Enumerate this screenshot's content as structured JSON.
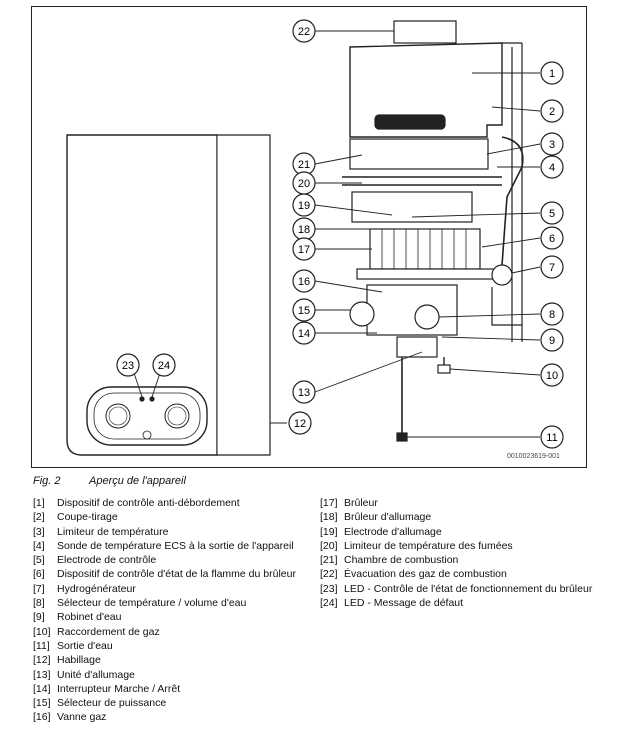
{
  "figure": {
    "ref_code": "0010023619-001",
    "callouts": [
      "22",
      "1",
      "2",
      "3",
      "4",
      "21",
      "20",
      "5",
      "19",
      "18",
      "6",
      "17",
      "7",
      "16",
      "15",
      "8",
      "14",
      "9",
      "13",
      "10",
      "12",
      "11",
      "23",
      "24"
    ]
  },
  "caption": {
    "number": "Fig. 2",
    "title": "Aperçu de l'appareil"
  },
  "legend_left": [
    {
      "key": "[1]",
      "text": "Dispositif de contrôle anti-débordement"
    },
    {
      "key": "[2]",
      "text": "Coupe-tirage"
    },
    {
      "key": "[3]",
      "text": "Limiteur de température"
    },
    {
      "key": "[4]",
      "text": "Sonde de température ECS à la sortie de l'appareil"
    },
    {
      "key": "[5]",
      "text": "Electrode de contrôle"
    },
    {
      "key": "[6]",
      "text": "Dispositif de contrôle d'état de la flamme du brûleur"
    },
    {
      "key": "[7]",
      "text": "Hydrogénérateur"
    },
    {
      "key": "[8]",
      "text": "Sélecteur de température / volume d'eau"
    },
    {
      "key": "[9]",
      "text": "Robinet d'eau"
    },
    {
      "key": "[10]",
      "text": "Raccordement de gaz"
    },
    {
      "key": "[11]",
      "text": "Sortie d'eau"
    },
    {
      "key": "[12]",
      "text": "Habillage"
    },
    {
      "key": "[13]",
      "text": "Unité d'allumage"
    },
    {
      "key": "[14]",
      "text": "Interrupteur Marche / Arrêt"
    },
    {
      "key": "[15]",
      "text": "Sélecteur de puissance"
    },
    {
      "key": "[16]",
      "text": "Vanne gaz"
    }
  ],
  "legend_right": [
    {
      "key": "[17]",
      "text": "Brûleur"
    },
    {
      "key": "[18]",
      "text": "Brûleur d'allumage"
    },
    {
      "key": "[19]",
      "text": "Electrode d'allumage"
    },
    {
      "key": "[20]",
      "text": "Limiteur de température des fumées"
    },
    {
      "key": "[21]",
      "text": "Chambre de combustion"
    },
    {
      "key": "[22]",
      "text": "Évacuation des gaz de combustion"
    },
    {
      "key": "[23]",
      "text": "LED - Contrôle de l'état de fonctionnement du brûleur"
    },
    {
      "key": "[24]",
      "text": "LED - Message de défaut"
    }
  ]
}
